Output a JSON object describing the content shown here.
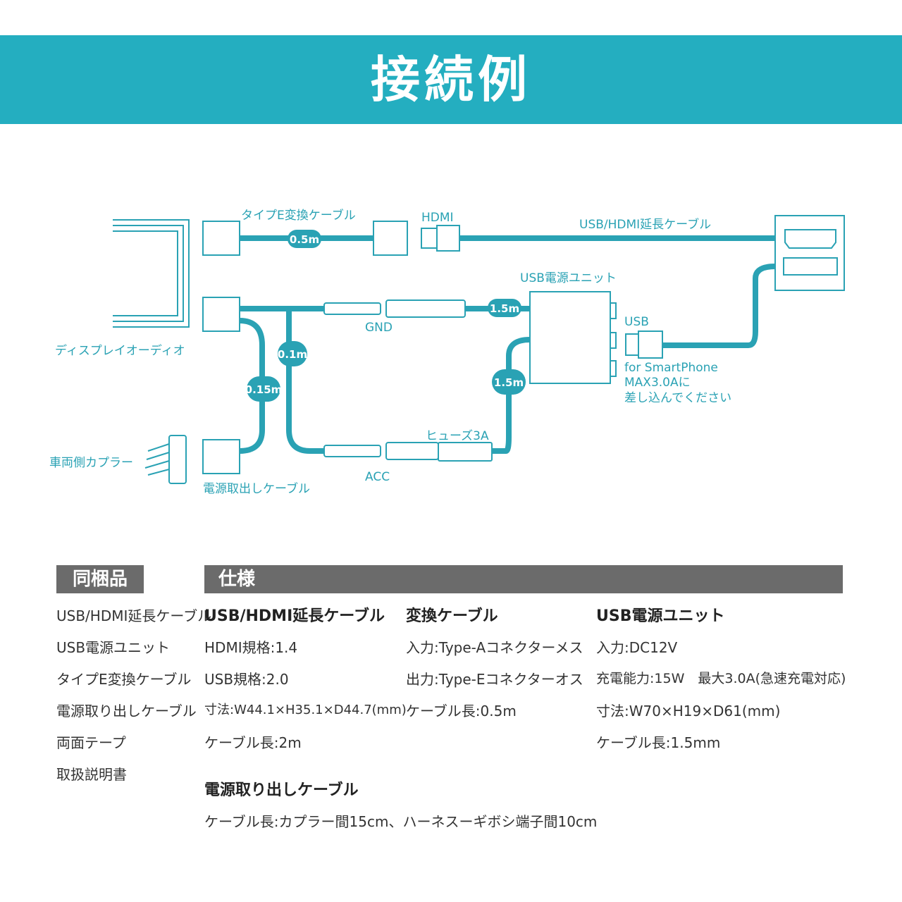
{
  "banner": {
    "title": "接続例"
  },
  "diagram": {
    "labels": {
      "type_e_cable": "タイプE変換ケーブル",
      "hdmi": "HDMI",
      "usb_hdmi_cable": "USB/HDMI延長ケーブル",
      "usb_power_unit": "USB電源ユニット",
      "gnd": "GND",
      "acc": "ACC",
      "fuse": "ヒューズ3A",
      "usb": "USB",
      "note_1": "for SmartPhone",
      "note_2": "MAX3.0Aに",
      "note_3": "差し込んでください",
      "display_audio": "ディスプレイオーディオ",
      "vehicle_coupler": "車両側カプラー",
      "power_cable": "電源取出しケーブル"
    },
    "lengths": {
      "type_e": "0.5m",
      "gnd_in": "1.5m",
      "acc_in": "1.5m",
      "branch_a": "0.1m",
      "branch_b": "0.15m"
    }
  },
  "bundled": {
    "heading": "同梱品",
    "items": [
      "USB/HDMI延長ケーブル",
      "USB電源ユニット",
      "タイプE変換ケーブル",
      "電源取り出しケーブル",
      "両面テープ",
      "取扱説明書"
    ]
  },
  "specs": {
    "heading": "仕様",
    "usb_hdmi": {
      "title": "USB/HDMI延長ケーブル",
      "lines": [
        "HDMI規格:1.4",
        "USB規格:2.0",
        "寸法:W44.1×H35.1×D44.7(mm)",
        "ケーブル長:2m"
      ]
    },
    "converter": {
      "title": "変換ケーブル",
      "lines": [
        "入力:Type-Aコネクターメス",
        "出力:Type-Eコネクターオス",
        "ケーブル長:0.5m"
      ]
    },
    "power_unit": {
      "title": "USB電源ユニット",
      "lines": [
        "入力:DC12V",
        "充電能力:15W　最大3.0A(急速充電対応)",
        "寸法:W70×H19×D61(mm)",
        "ケーブル長:1.5mm"
      ]
    },
    "power_cable": {
      "title": "電源取り出しケーブル",
      "lines": [
        "ケーブル長:カプラー間15cm、ハーネスーギボシ端子間10cm"
      ]
    }
  },
  "colors": {
    "accent": "#24aec0",
    "line": "#2aa2b4",
    "heading_bg": "#6b6b6b"
  }
}
